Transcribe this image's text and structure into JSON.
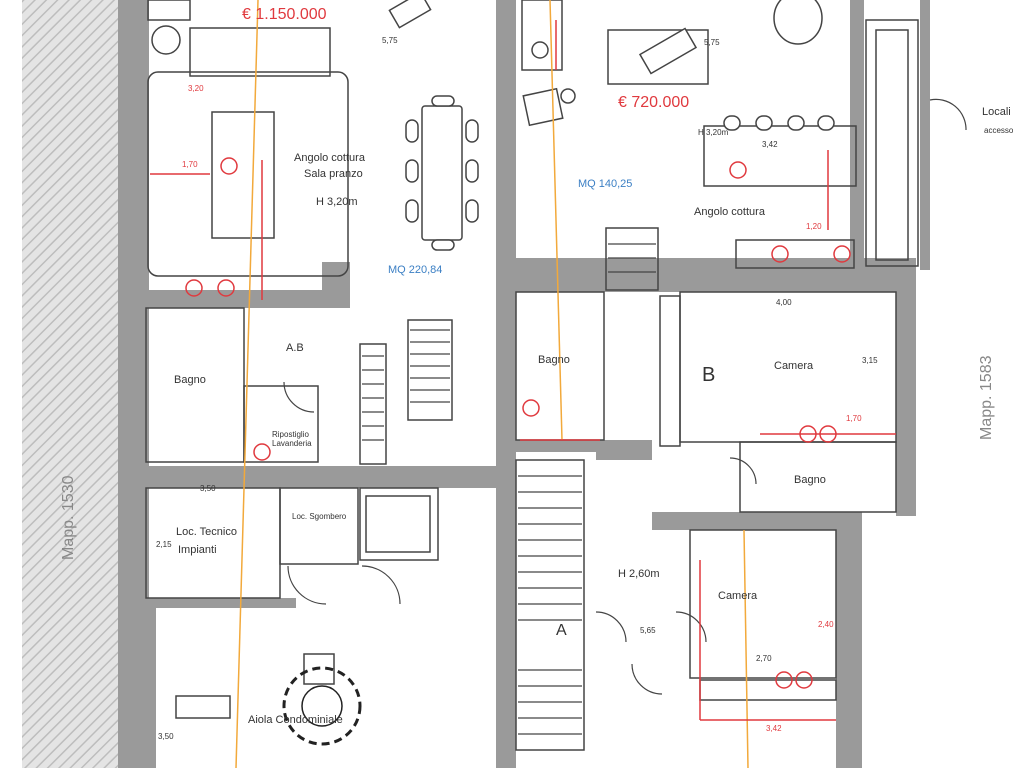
{
  "prices": {
    "left_unit": "€ 1.150.000",
    "right_unit": "€ 720.000"
  },
  "areas": {
    "left_unit": "MQ 220,84",
    "right_unit": "MQ 140,25"
  },
  "heights": {
    "left_kitchen": "H 3,20m",
    "right_kitchen": "H 3,20m",
    "hall": "H 2,60m"
  },
  "levels": {
    "left_top": "5,75",
    "right_top": "5,75",
    "hall": "5,65"
  },
  "rooms": {
    "left_kitchen_l1": "Angolo cottura",
    "left_kitchen_l2": "Sala pranzo",
    "right_kitchen": "Angolo cottura",
    "bath_left": "Bagno",
    "ab": "A.B",
    "bath_center": "Bagno",
    "camera_upper": "Camera",
    "bath_right": "Bagno",
    "camera_lower": "Camera",
    "tech_room_l1": "Loc. Tecnico",
    "tech_room_l2": "Impianti",
    "storage": "Loc. Sgombero",
    "laundry": "Ripostiglio Lavanderia",
    "garden": "Aiola Condominiale",
    "access_top_right_l1": "Locali",
    "access_top_right_l2": "accesso"
  },
  "parcels": {
    "left": "Mapp. 1530",
    "right": "Mapp. 1583"
  },
  "markers": {
    "b": "B",
    "a": "A"
  },
  "dims": {
    "d1": "3,20",
    "d2": "1,70",
    "d3": "3,50",
    "d4": "4,00",
    "d5": "3,15",
    "d6": "1,70",
    "d7": "3,42",
    "d8": "1,20",
    "d9": "2,15",
    "d10": "3,50",
    "d11": "2,70",
    "d12": "3,42",
    "d13": "2,40"
  },
  "colors": {
    "wall": "#9a9a9a",
    "hatch": "#bdbdbd",
    "line": "#444444",
    "red": "#e0393e",
    "orange": "#f2a93b",
    "blue": "#3b7fc4"
  }
}
